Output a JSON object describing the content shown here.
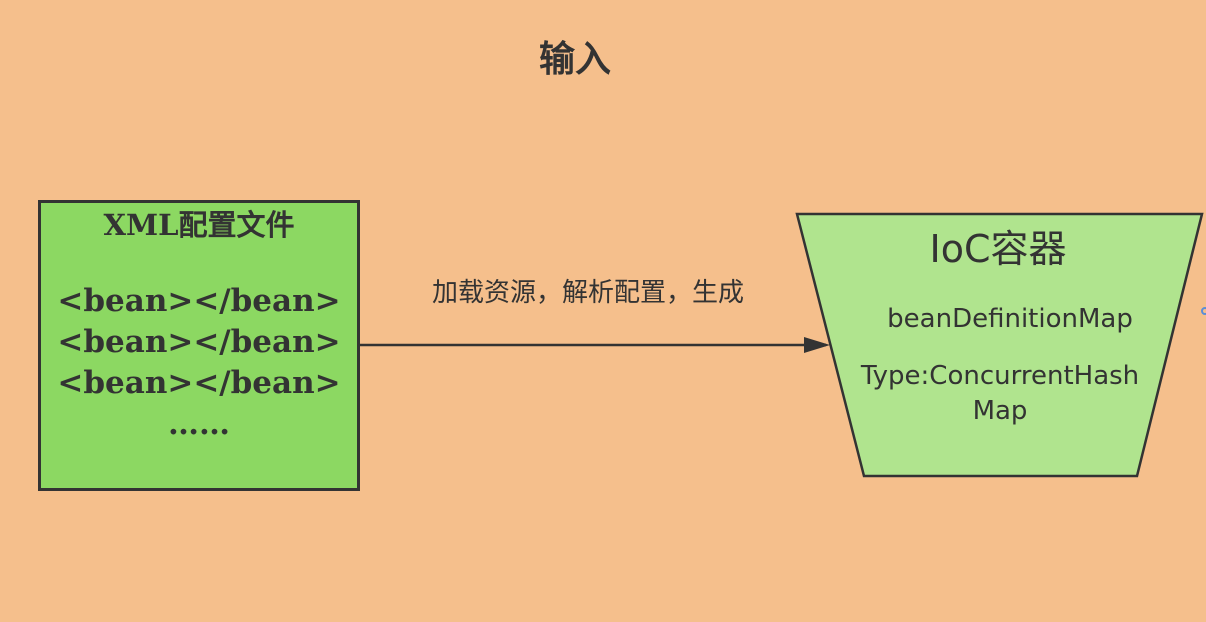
{
  "diagram": {
    "title": "输入",
    "xml_box": {
      "title": "XML配置文件",
      "lines": [
        "<bean></bean>",
        "<bean></bean>",
        "<bean></bean>",
        "……"
      ]
    },
    "edge_label": "加载资源，解析配置，生成",
    "ioc_container": {
      "title": "IoC容器",
      "map_name": "beanDefinitionMap",
      "type": "Type:ConcurrentHashMap"
    }
  },
  "colors": {
    "background": "#f5bf8c",
    "xml_box_fill": "#8cd862",
    "ioc_fill": "#b0e48e",
    "stroke": "#333333"
  }
}
